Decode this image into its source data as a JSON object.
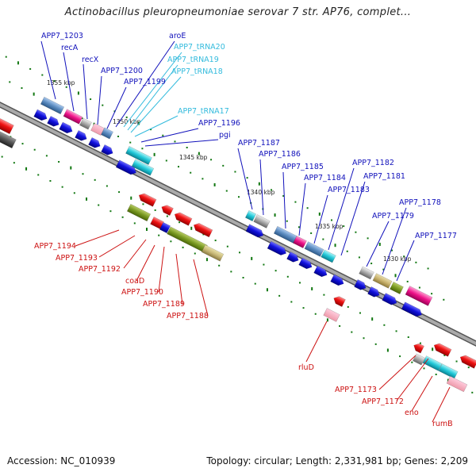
{
  "title": "Actinobacillus pleuropneumoniae serovar 7 str. AP76, complet...",
  "colors": {
    "cds_forward": "#1111dd",
    "cds_reverse": "#ee1111",
    "trna": "#44ccdd",
    "backbone": "#888888",
    "kbp_ticks": "#117711"
  },
  "kbp_labels": [
    "1355 kbp",
    "1350 kbp",
    "1345 kbp",
    "1340 kbp",
    "1335 kbp",
    "1330 kbp"
  ],
  "forward_labels": [
    "APP7_1203",
    "recA",
    "recX",
    "APP7_1200",
    "APP7_1199",
    "aroE",
    "APP7_1196",
    "pgi",
    "APP7_1187",
    "APP7_1186",
    "APP7_1185",
    "APP7_1184",
    "APP7_1183",
    "APP7_1182",
    "APP7_1181",
    "APP7_1179",
    "APP7_1178",
    "APP7_1177"
  ],
  "trna_labels": [
    "APP7_tRNA20",
    "APP7_tRNA19",
    "APP7_tRNA18",
    "APP7_tRNA17"
  ],
  "reverse_labels": [
    "APP7_1194",
    "APP7_1193",
    "APP7_1192",
    "coaD",
    "APP7_1190",
    "APP7_1189",
    "APP7_1188",
    "rluD",
    "APP7_1173",
    "APP7_1172",
    "eno",
    "rumB"
  ],
  "footer": {
    "accession": "Accession: NC_010939",
    "summary": "Topology: circular; Length: 2,331,981 bp; Genes: 2,209"
  }
}
